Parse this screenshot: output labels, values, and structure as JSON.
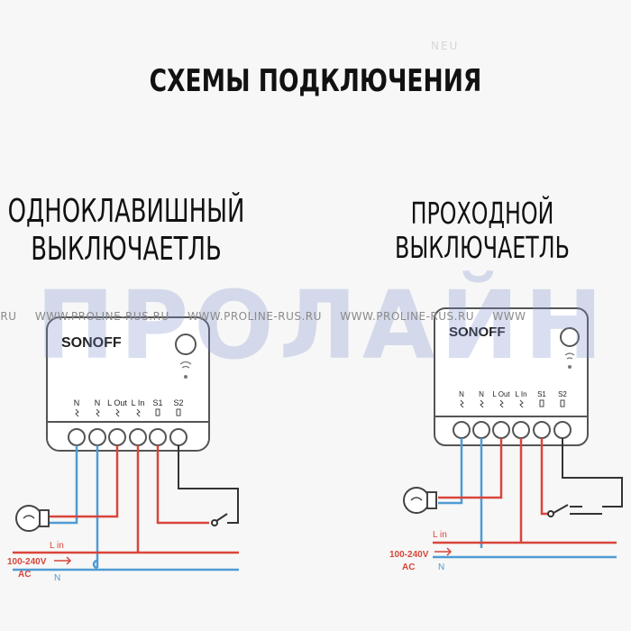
{
  "title": "СХЕМЫ ПОДКЛЮЧЕНИЯ",
  "brandmark": "NEU",
  "watermark": {
    "big": "ПРОЛАЙН",
    "url_left": "S.RU",
    "url": "WWW.PROLINE-RUS.RU",
    "url_right": "WWW"
  },
  "left": {
    "heading_line1": "ОДНОКЛАВИШНЫЙ",
    "heading_line2": "ВЫКЛЮЧАЕТЛЬ"
  },
  "right": {
    "heading_line1": "ПРОХОДНОЙ",
    "heading_line2": "ВЫКЛЮЧАЕТЛЬ"
  },
  "device": {
    "brand": "SONOFF",
    "terminals": [
      "N",
      "N",
      "L Out",
      "L In",
      "S1",
      "S2"
    ]
  },
  "mains": {
    "line_label": "L in",
    "voltage": "100-240V",
    "ac": "AC",
    "neutral_label": "N"
  },
  "colors": {
    "live": "#d9453a",
    "neutral": "#4f9bd4",
    "switch": "#333333",
    "watermark": "#8fa0d0"
  }
}
